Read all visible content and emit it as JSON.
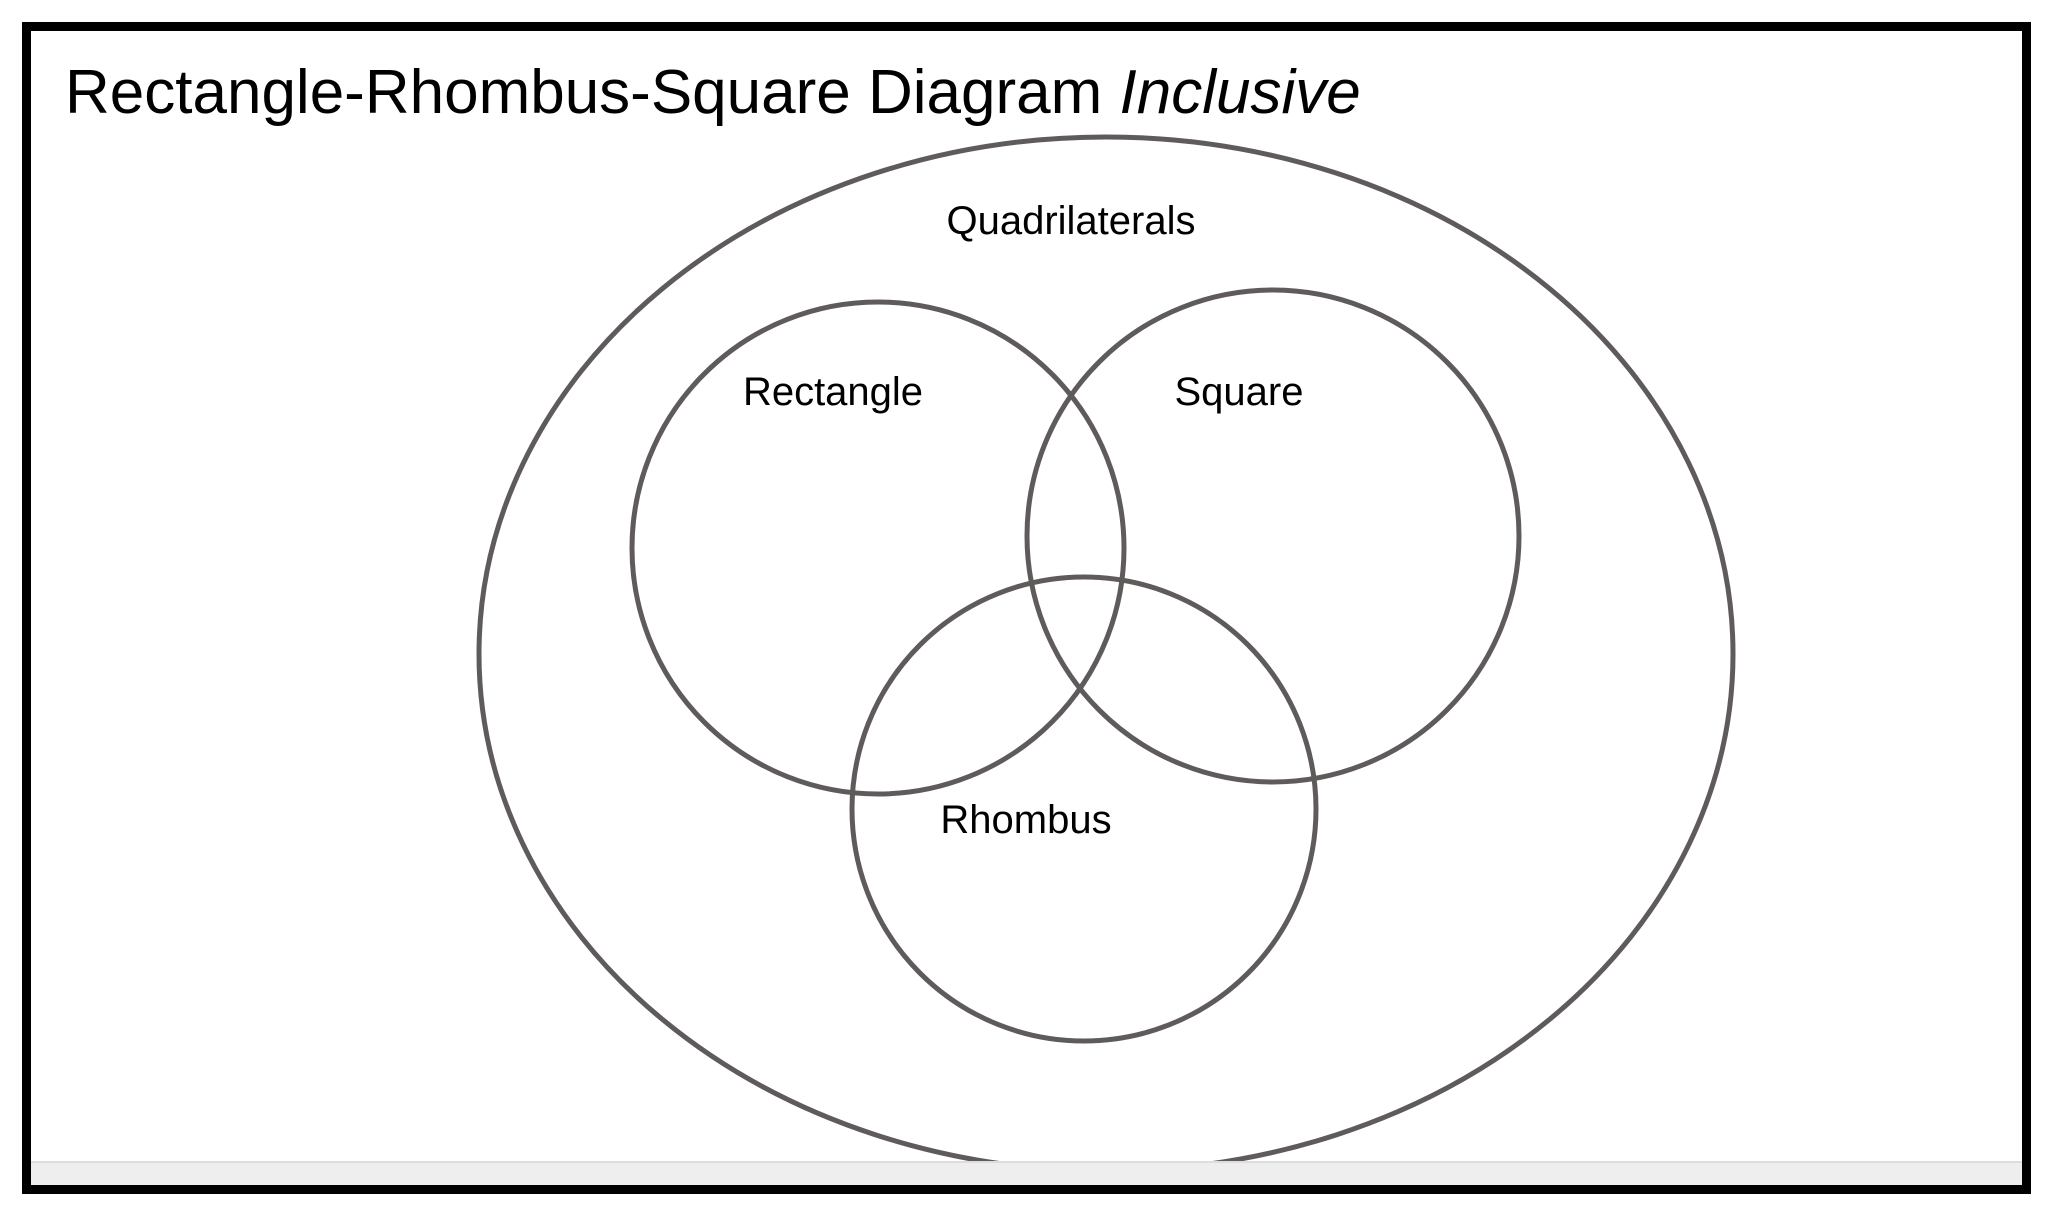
{
  "title": {
    "main": "Rectangle-Rhombus-Square Diagram ",
    "emphasis": "Inclusive"
  },
  "sets": {
    "outer": "Quadrilaterals",
    "rectangle": "Rectangle",
    "square": "Square",
    "rhombus": "Rhombus"
  },
  "colors": {
    "frame_border": "#000000",
    "circle_stroke": "#5f5b5b",
    "text": "#000000"
  }
}
